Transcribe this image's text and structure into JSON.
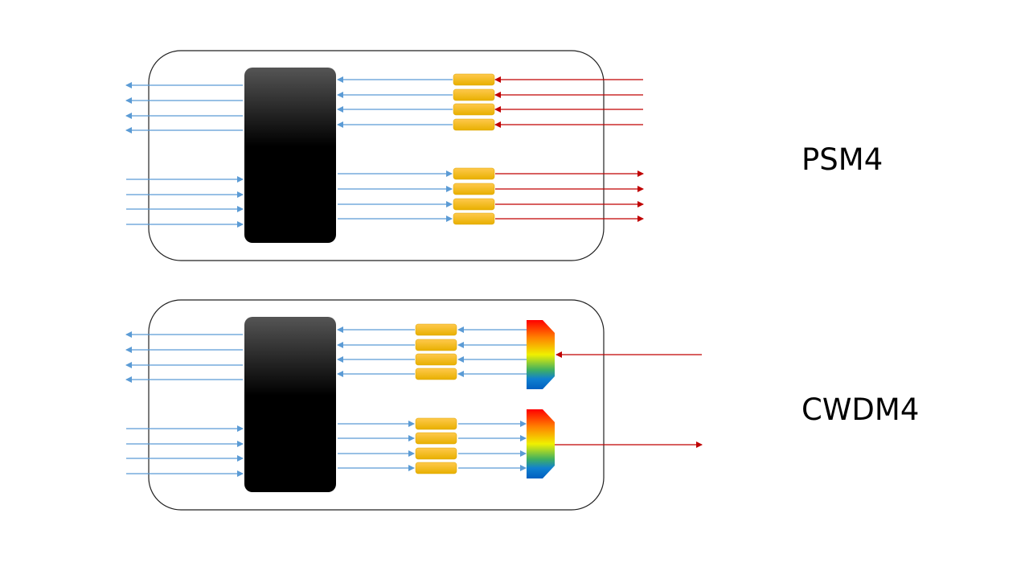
{
  "modules": [
    {
      "label": "PSM4",
      "type": "parallel"
    },
    {
      "label": "CWDM4",
      "type": "wdm"
    }
  ],
  "colors": {
    "electrical": "#5b9bd5",
    "optical": "#c00000",
    "laser": "#f5c02a",
    "chip": "#000000",
    "border": "#222222"
  }
}
